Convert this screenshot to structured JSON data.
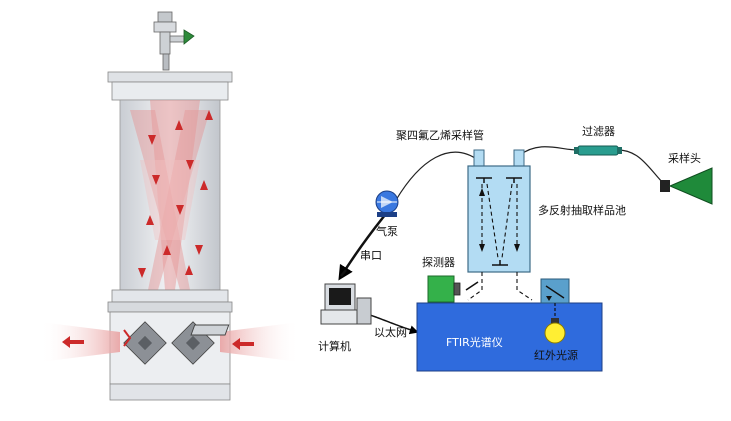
{
  "labels": {
    "ptfe_tube": "聚四氟乙烯采样管",
    "filter": "过滤器",
    "sampling_head": "采样头",
    "pump": "气泵",
    "multipass_cell": "多反射抽取样品池",
    "serial_port": "串口",
    "detector": "探测器",
    "computer": "计算机",
    "ethernet": "以太网",
    "ftir": "FTIR光谱仪",
    "ir_source": "红外光源"
  },
  "colors": {
    "ftir_body": "#2f6bdd",
    "cell_glass": "#b3dcf3",
    "pump": "#3a78e0",
    "filter": "#2a9d8f",
    "sampling_head": "#1f8a3a",
    "detector": "#34b14a",
    "source_box": "#5aa0cc",
    "ir_bulb": "#ffee33",
    "beam": "#e03a3a"
  },
  "icons": [
    "valve-icon",
    "computer-icon",
    "pump-icon",
    "ir-bulb-icon"
  ]
}
